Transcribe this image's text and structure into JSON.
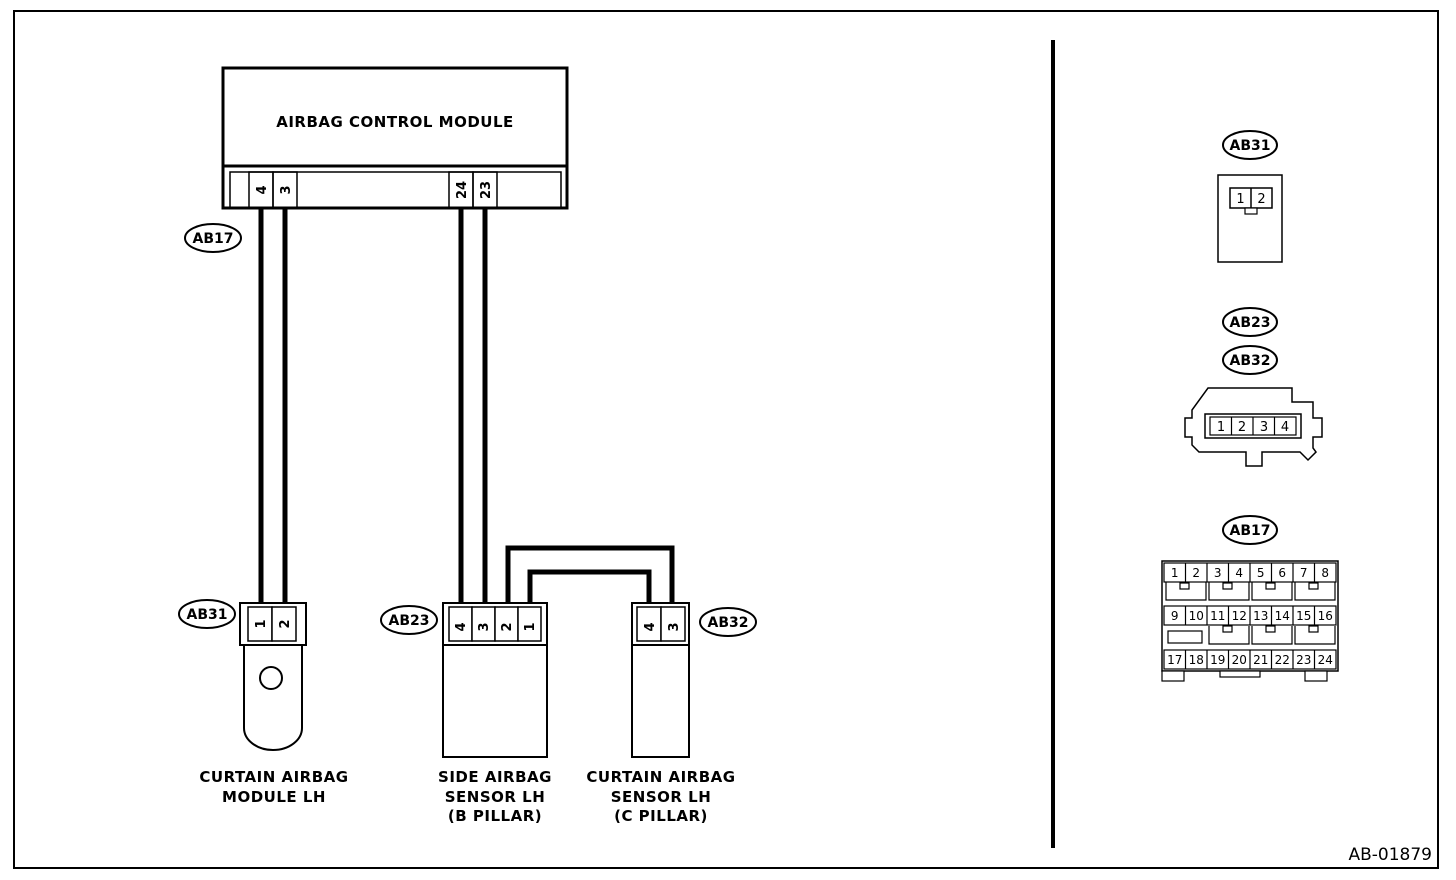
{
  "figure_id": "AB-01879",
  "control_module": {
    "label": "AIRBAG CONTROL MODULE",
    "pins": [
      "4",
      "3",
      "24",
      "23"
    ]
  },
  "harness_tag": "AB17",
  "components": {
    "curtain_module": {
      "tag": "AB31",
      "pins": [
        "1",
        "2"
      ],
      "label_lines": [
        "CURTAIN AIRBAG",
        "MODULE LH"
      ]
    },
    "side_sensor": {
      "tag": "AB23",
      "pins": [
        "4",
        "3",
        "2",
        "1"
      ],
      "label_lines": [
        "SIDE AIRBAG",
        "SENSOR LH",
        "(B PILLAR)"
      ]
    },
    "curtain_sensor": {
      "tag": "AB32",
      "pins": [
        "4",
        "3"
      ],
      "label_lines": [
        "CURTAIN AIRBAG",
        "SENSOR LH",
        "(C PILLAR)"
      ]
    }
  },
  "connector_views": {
    "ab31": {
      "tag": "AB31",
      "pins": [
        "1",
        "2"
      ]
    },
    "ab23_32": {
      "tags": [
        "AB23",
        "AB32"
      ],
      "pins": [
        "1",
        "2",
        "3",
        "4"
      ]
    },
    "ab17": {
      "tag": "AB17",
      "rows": [
        [
          "1",
          "2",
          "3",
          "4",
          "5",
          "6",
          "7",
          "8"
        ],
        [
          "9",
          "10",
          "11",
          "12",
          "13",
          "14",
          "15",
          "16"
        ],
        [
          "17",
          "18",
          "19",
          "20",
          "21",
          "22",
          "23",
          "24"
        ]
      ]
    }
  }
}
